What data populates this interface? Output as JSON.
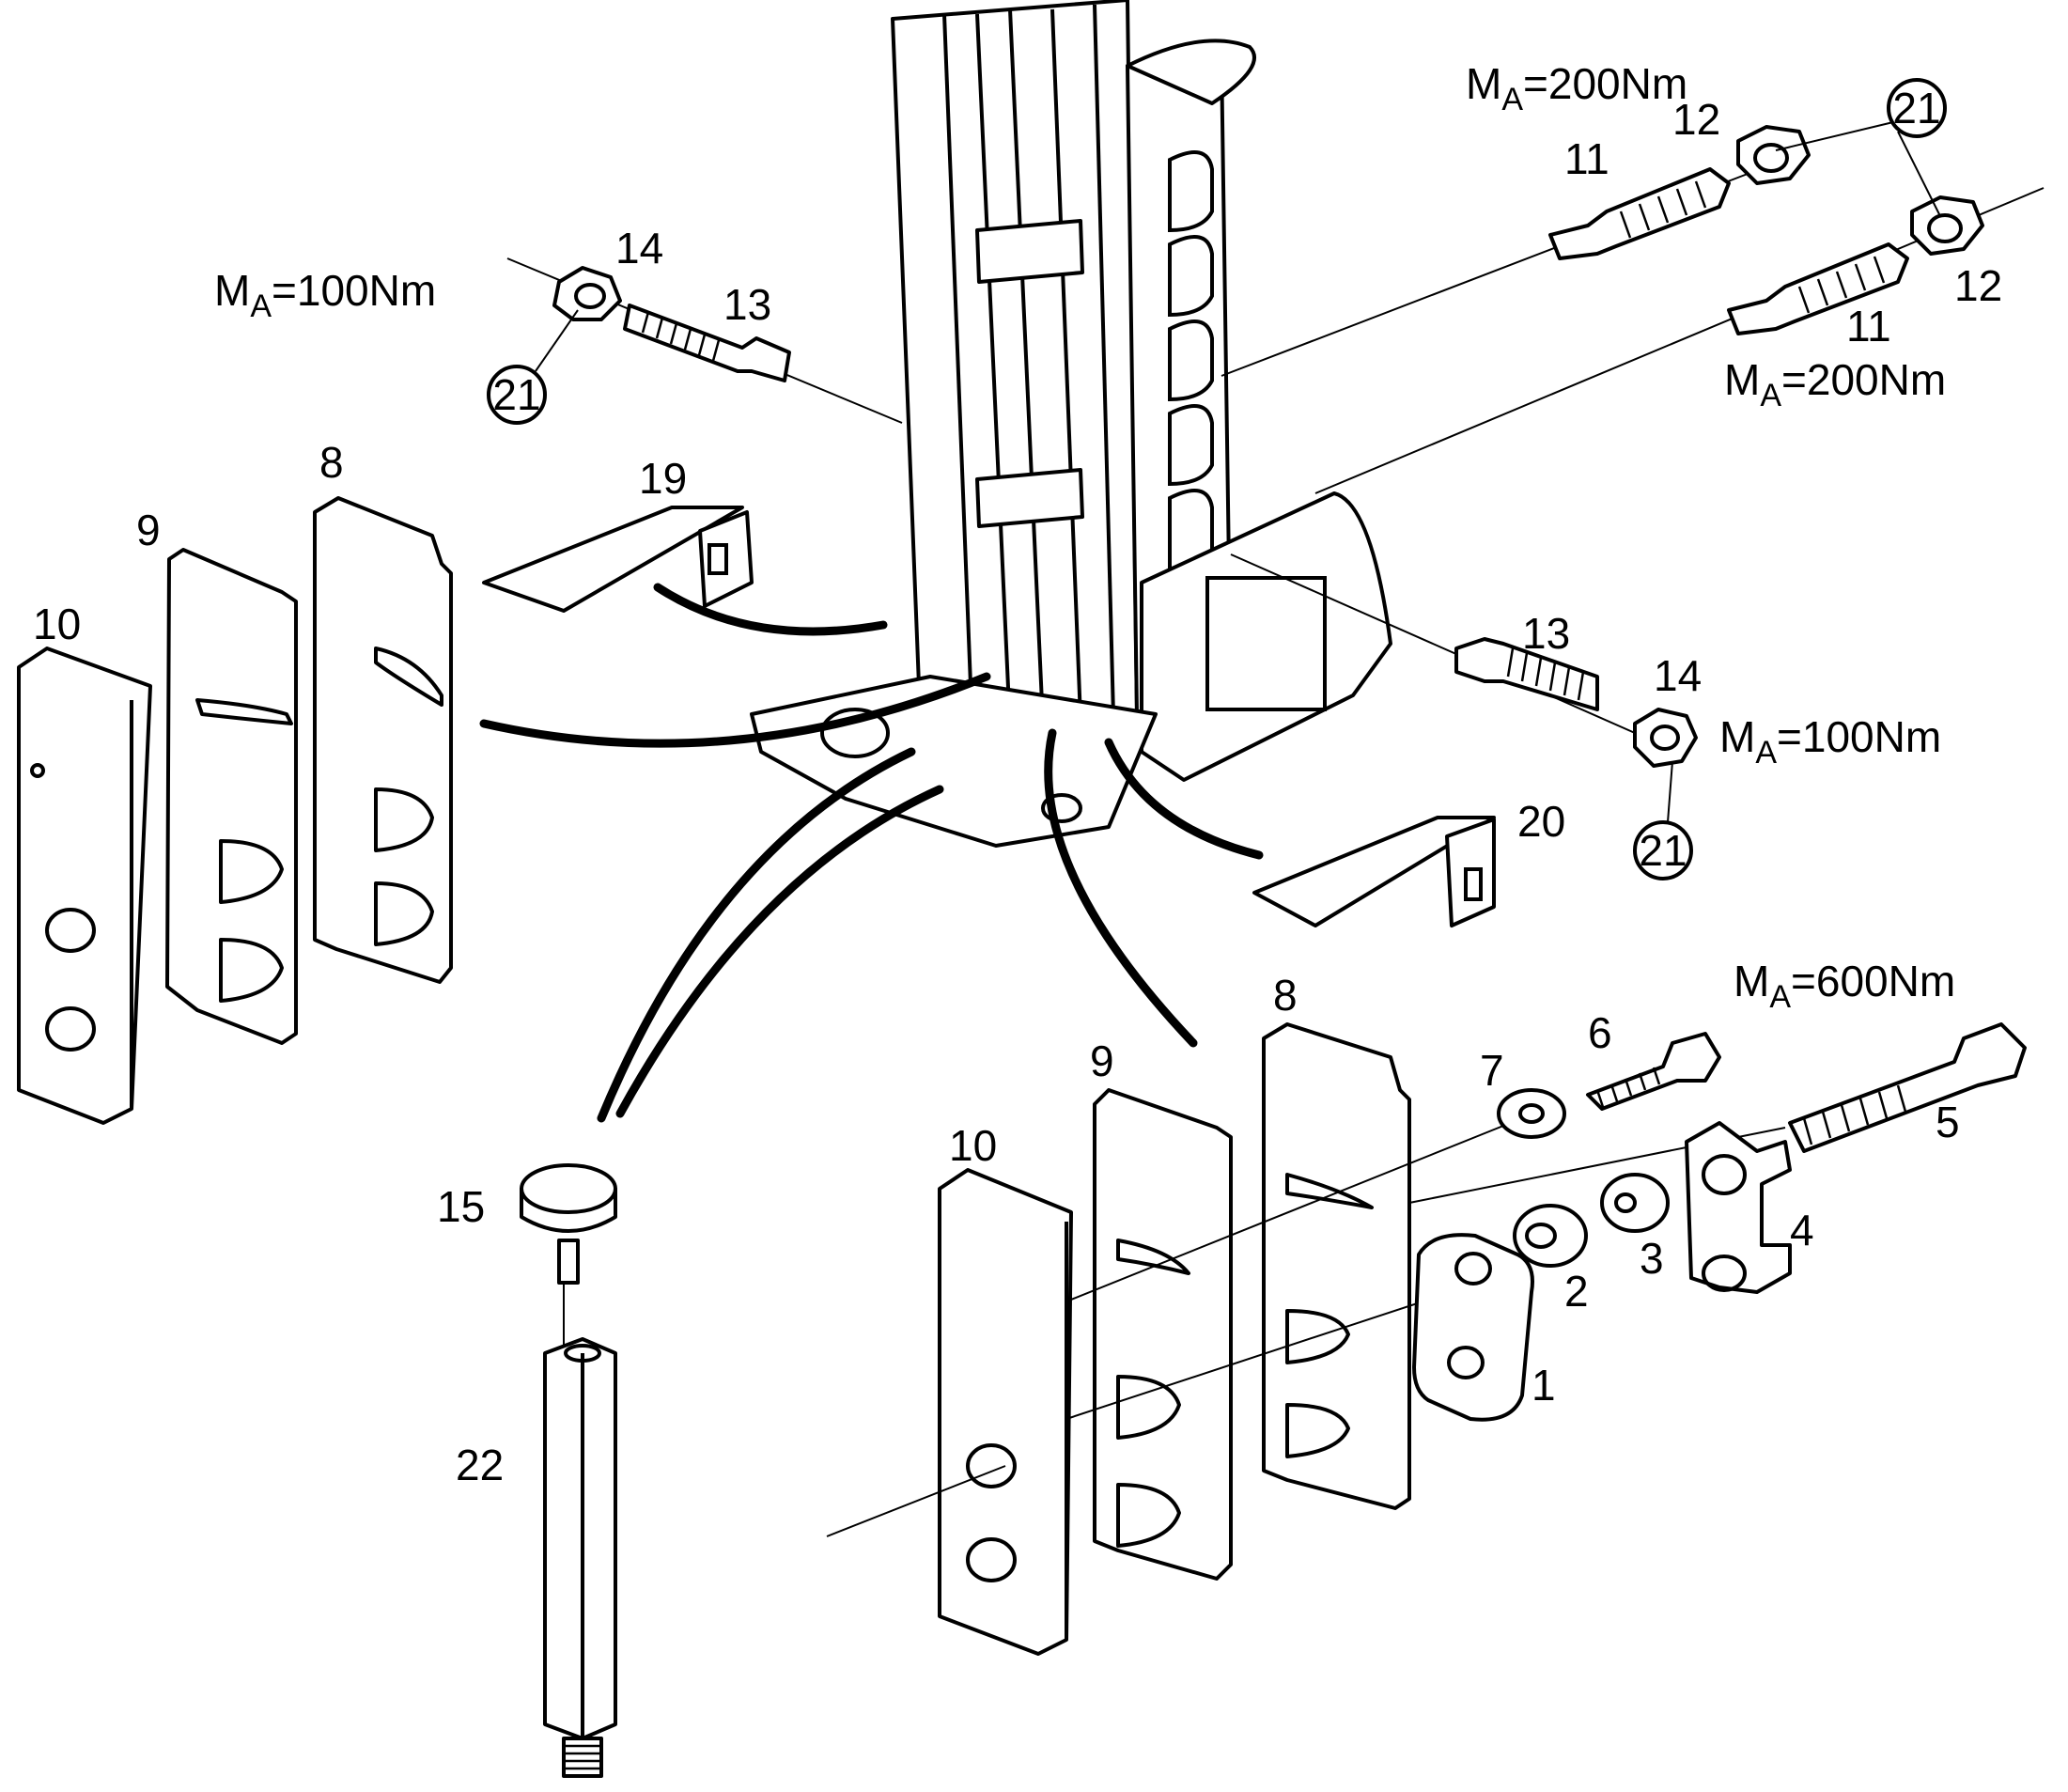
{
  "labels": {
    "p1": "1",
    "p2": "2",
    "p3": "3",
    "p4": "4",
    "p5": "5",
    "p6": "6",
    "p7": "7",
    "p8a": "8",
    "p8b": "8",
    "p9a": "9",
    "p9b": "9",
    "p10a": "10",
    "p10b": "10",
    "p11a": "11",
    "p11b": "11",
    "p12a": "12",
    "p12b": "12",
    "p13a": "13",
    "p13b": "13",
    "p14a": "14",
    "p14b": "14",
    "p15": "15",
    "p19": "19",
    "p20": "20",
    "p22": "22",
    "c21a": "21",
    "c21b": "21",
    "c21c": "21"
  },
  "torques": {
    "t200a": {
      "m": "M",
      "sub": "A",
      "val": "=200Nm"
    },
    "t200b": {
      "m": "M",
      "sub": "A",
      "val": "=200Nm"
    },
    "t100a": {
      "m": "M",
      "sub": "A",
      "val": "=100Nm"
    },
    "t100b": {
      "m": "M",
      "sub": "A",
      "val": "=100Nm"
    },
    "t600": {
      "m": "M",
      "sub": "A",
      "val": "=600Nm"
    }
  }
}
